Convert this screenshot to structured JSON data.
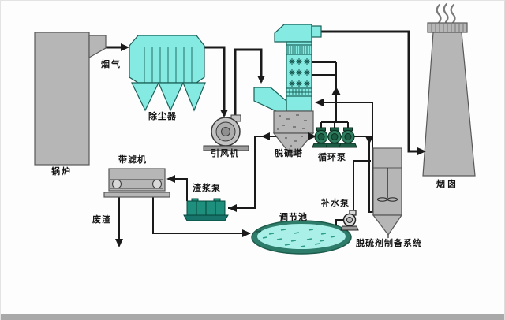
{
  "diagram": {
    "labels": {
      "boiler": "锅炉",
      "flue_gas": "烟气",
      "dust_collector": "除尘器",
      "id_fan": "引风机",
      "absorber_tower": "脱硫塔",
      "circulation_pump": "循环泵",
      "stack": "烟囱",
      "belt_filter": "带滤机",
      "slurry_pump": "渣浆泵",
      "waste_residue": "废渣",
      "regulating_pool": "调节池",
      "makeup_water_pump": "补水泵",
      "sorbent_prep_system": "脱硫剂制备系统"
    },
    "colors": {
      "gray": "#b6b6b6",
      "cyan": "#85eae2",
      "pumpgreen": "#2e7d5f",
      "pumpgreend": "#1d5c44",
      "pumpteal": "#1e8f7d",
      "poolrim": "#2e7d6b",
      "poolwater": "#aaf0e8",
      "line": "#1a1a1a"
    }
  }
}
